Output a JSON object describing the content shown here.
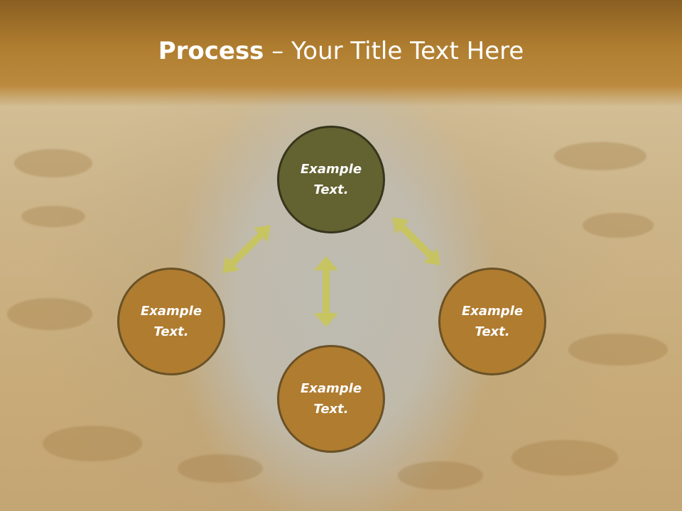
{
  "title": {
    "bold": "Process",
    "rest": " – Your Title Text Here"
  },
  "nodes": [
    {
      "line1": "Example",
      "line2": "Text."
    },
    {
      "line1": "Example",
      "line2": "Text."
    },
    {
      "line1": "Example",
      "line2": "Text."
    },
    {
      "line1": "Example",
      "line2": "Text."
    }
  ],
  "colors": {
    "header": "#b07e30",
    "node_fill": "#b07c30",
    "center_node_fill": "#636231",
    "arrow": "#c8c55a",
    "title_text": "#ffffff"
  }
}
